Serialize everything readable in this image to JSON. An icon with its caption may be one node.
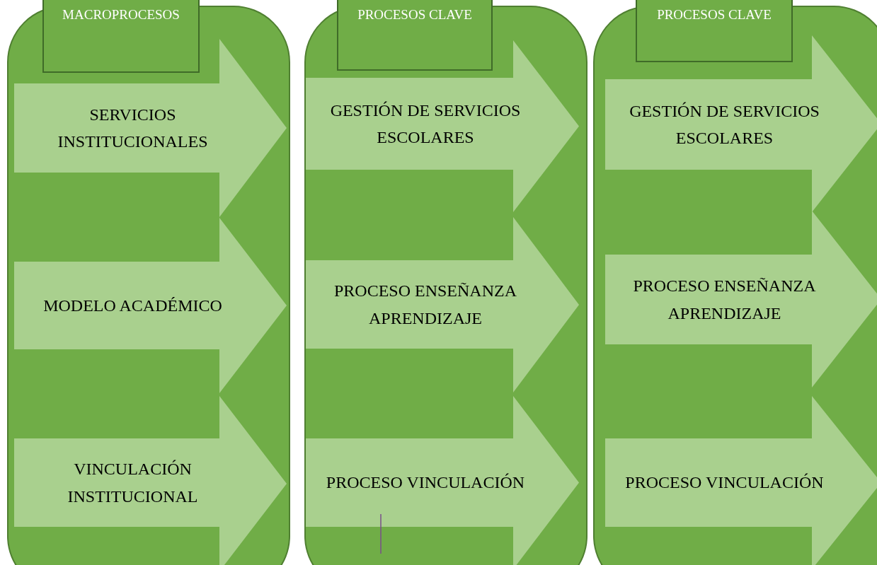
{
  "diagram": {
    "nodes": [
      {
        "text": [],
        "shape": "box"
      },
      {
        "text": [
          "MACROPROCESOS"
        ],
        "in": 0
      },
      {
        "text": [
          "SERVICIOS INSTITUCIONALES"
        ],
        "in": 0
      },
      {
        "text": [
          "MODELO ACADÉMICO"
        ],
        "in": 0
      },
      {
        "text": [
          "VINCULACIÓN INSTITUCIONAL"
        ],
        "in": 0
      },
      {
        "text": [],
        "shape": "box"
      },
      {
        "text": [
          "PROCESOS CLAVE"
        ],
        "in": 5
      },
      {
        "text": [
          "GESTIÓN DE SERVICIOS ESCOLARES"
        ],
        "in": 5
      },
      {
        "text": [
          "PROCESO ENSEÑANZA APRENDIZAJE"
        ],
        "in": 5
      },
      {
        "text": [
          "PROCESO VINCULACIÓN"
        ],
        "in": 5
      },
      {
        "text": [],
        "shape": "box"
      },
      {
        "text": [
          "PROCESOS CLAVE"
        ],
        "in": 10
      },
      {
        "text": [
          "GESTIÓN DE SERVICIOS ESCOLARES"
        ],
        "in": 10
      },
      {
        "text": [
          "PROCESO ENSEÑANZA APRENDIZAJE"
        ],
        "in": 10
      },
      {
        "text": [
          "PROCESO VINCULACIÓN"
        ],
        "in": 10
      }
    ]
  }
}
